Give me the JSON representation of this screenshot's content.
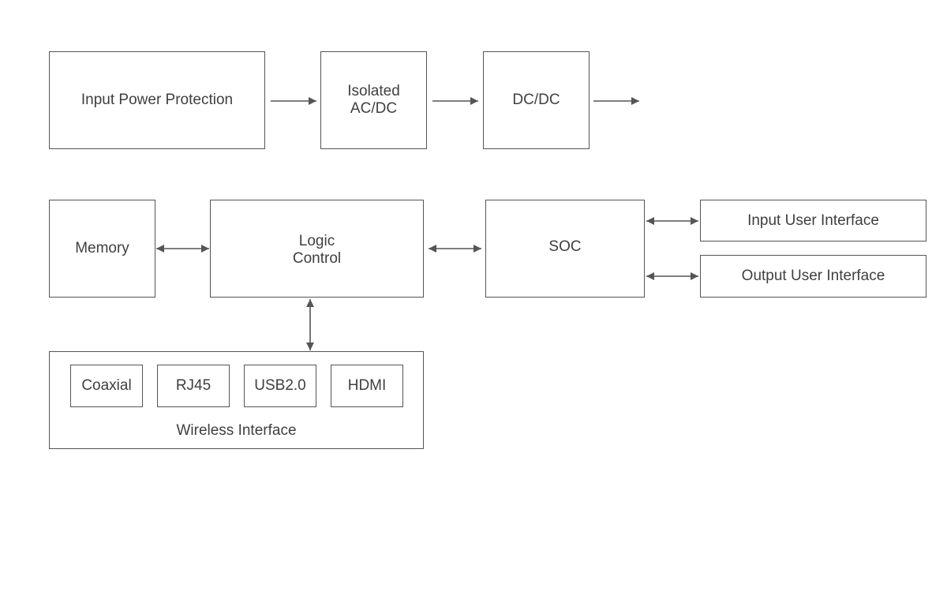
{
  "power_chain": {
    "input_protection": "Input Power Protection",
    "isolated_acdc": "Isolated\nAC/DC",
    "dcdc": "DC/DC"
  },
  "core": {
    "memory": "Memory",
    "logic_control": "Logic\nControl",
    "soc": "SOC",
    "input_ui": "Input User Interface",
    "output_ui": "Output User Interface"
  },
  "wireless": {
    "label": "Wireless Interface",
    "ports": [
      "Coaxial",
      "RJ45",
      "USB2.0",
      "HDMI"
    ]
  },
  "colors": {
    "stroke": "#555555",
    "text": "#3f3f3f",
    "background": "#ffffff"
  }
}
